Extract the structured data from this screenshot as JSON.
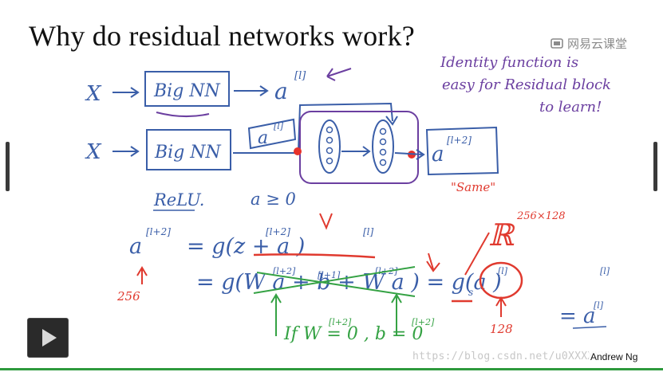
{
  "slide": {
    "title": "Why do residual networks work?",
    "brand_name": "网易云课堂",
    "caption": "Andrew Ng",
    "watermark": "https://blog.csdn.net/u0XXXXXXX"
  },
  "handwriting": {
    "x1": "X",
    "box1": "Big NN",
    "a_top": "a",
    "a_top_sup": "[l]",
    "x2": "X",
    "box2": "Big NN",
    "a_skip": "a",
    "a_skip_sup": "[l]",
    "a_out": "a",
    "a_out_sup": "[l+2]",
    "same": "\"Same\"",
    "note_1": "Identity function is",
    "note_2": "easy for Residual block",
    "note_3": "to learn!",
    "relu": "ReLU.",
    "a_ge_0": "a ≥ 0",
    "eq1_lhs": "a",
    "eq1_lhs_sup": "[l+2]",
    "eq1_rhs": "= g(z      +  a     )",
    "eq1_z_sup": "[l+2]",
    "eq1_a_sup": "[l]",
    "eq2": "= g(W       a       + b       +  W  a     ) = g(a    )",
    "eq2_w_sup": "[l+2]",
    "eq2_a_sup": "[l+1]",
    "eq2_b_sup": "[l+2]",
    "eq2_ws_sub": "s",
    "eq2_aa_sup": "[l]",
    "eq2_g_sup": "[l]",
    "eq3": "= a",
    "eq3_sup": "[l]",
    "r_label": "ℝ",
    "r_dims": "256×128",
    "dim_256": "256",
    "dim_128": "128",
    "if_line": "If W      = 0 ,  b      = 0",
    "if_w_sup": "[l+2]",
    "if_b_sup": "[l+2]"
  },
  "player": {
    "progress_fraction": 1.0
  },
  "colors": {
    "blue_ink": "#3a5ea8",
    "purple_ink": "#6b3fa0",
    "red_ink": "#e03a2f",
    "green_ink": "#35a244",
    "node_fill": "#e8322b"
  }
}
